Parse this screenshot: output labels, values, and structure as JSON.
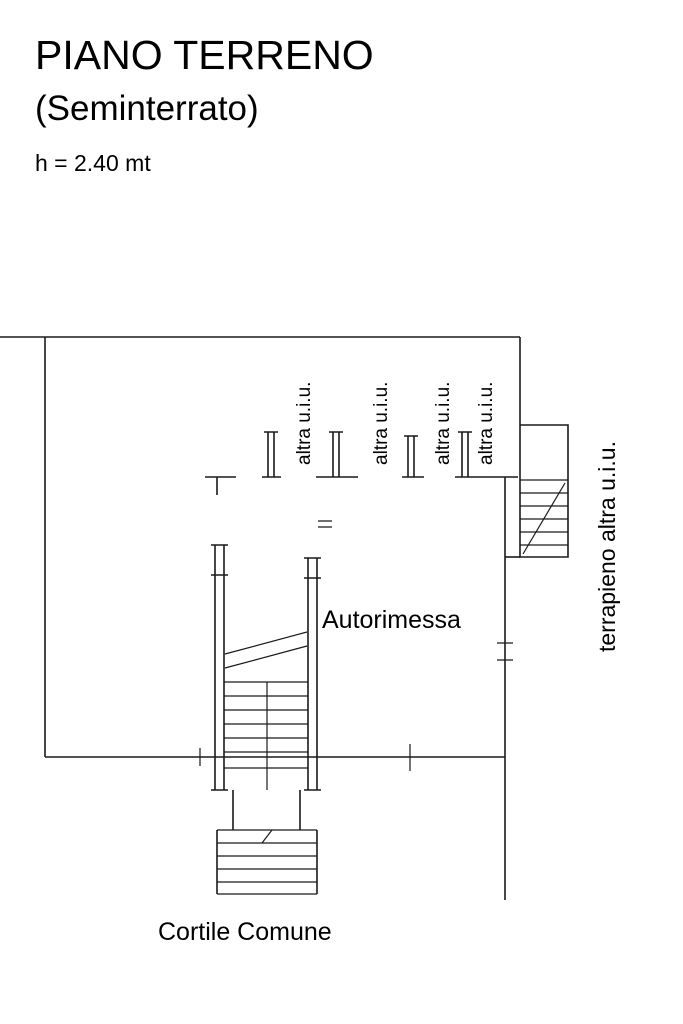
{
  "title": {
    "line1": "PIANO TERRENO",
    "line2": "(Seminterrato)",
    "height_note": "h = 2.40 mt"
  },
  "plan": {
    "unit_labels": [
      "altra u.i.u.",
      "altra u.i.u.",
      "altra u.i.u.",
      "altra u.i.u."
    ],
    "terrapieno_label": "terrapieno altra u.i.u.",
    "garage_label": "Autorimessa",
    "courtyard_label": "Cortile Comune"
  },
  "colors": {
    "line": "#1a1a1a",
    "background": "#ffffff"
  }
}
